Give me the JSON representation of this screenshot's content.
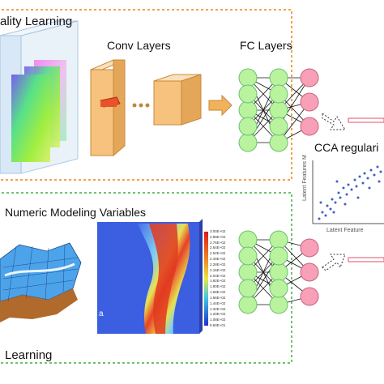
{
  "top_section": {
    "title": "ality Learning",
    "conv_label": "Conv Layers",
    "fc_label": "FC Layers"
  },
  "regularization": {
    "label": "CCA regulari",
    "scatter_xlabel": "Latent Feature",
    "scatter_ylabel": "Latent Features M"
  },
  "bottom_section": {
    "title": "Numeric Modeling Variables",
    "footer": "Learning",
    "panel_letter": "a",
    "colorbar_ticks": [
      "3.00E+02",
      "2.88E+02",
      "2.76E+02",
      "2.64E+02",
      "2.52E+02",
      "2.40E+02",
      "2.28E+02",
      "2.16E+02",
      "2.04E+02",
      "1.92E+02",
      "1.80E+02",
      "1.68E+02",
      "1.56E+02",
      "1.44E+02",
      "1.32E+02",
      "1.20E+02",
      "1.08E+02",
      "9.60E+01"
    ]
  },
  "colors": {
    "top_border": "#f0a24a",
    "bottom_border": "#6fc36f",
    "node_green": "#b9f39e",
    "node_pink": "#f7a0b8",
    "conv_block": "#f6c27d",
    "kernel": "#e8532b",
    "arrow": "#f0b35b",
    "scatter_dot": "#3f5fc4"
  }
}
